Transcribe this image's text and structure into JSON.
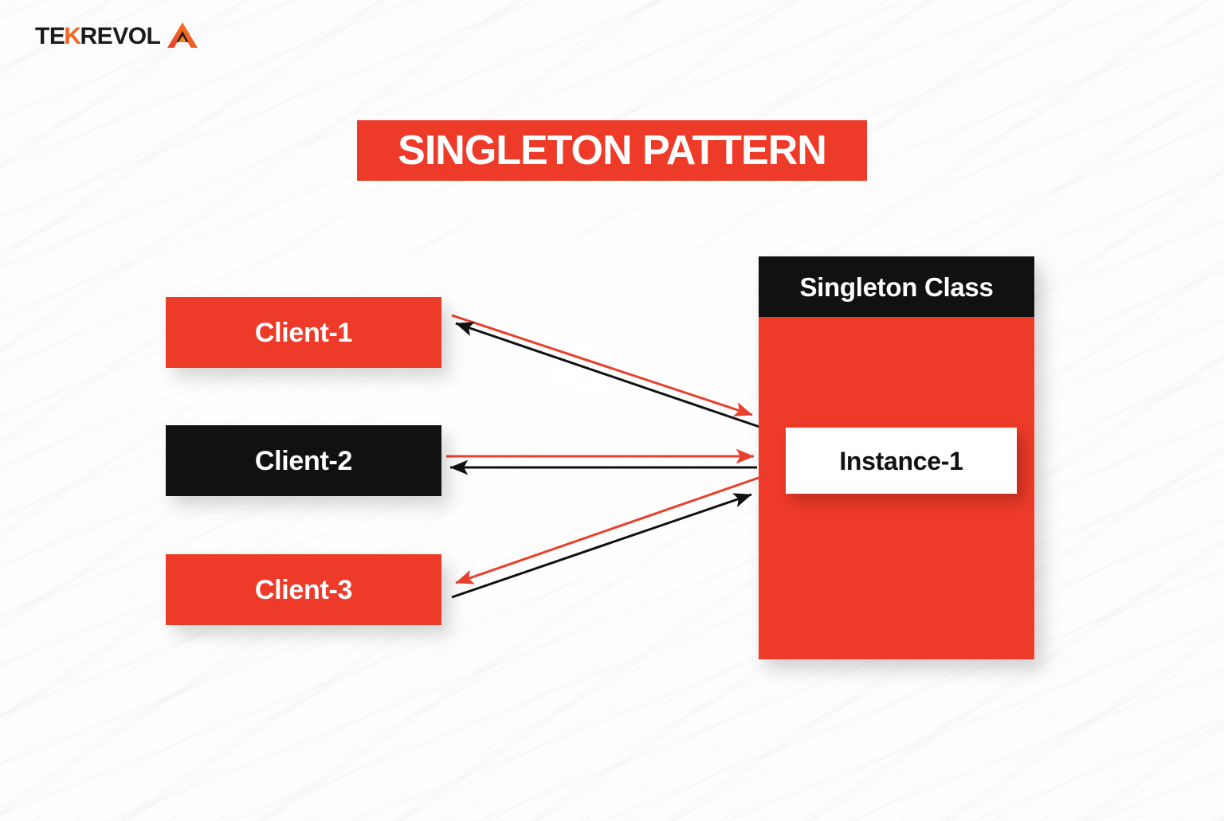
{
  "brand": {
    "logo_text_part1": "TE",
    "logo_text_chevron": "K",
    "logo_text_part2": "REVOL",
    "logo_mark_name": "tekrevol-triangle-mark",
    "accent_orange": "#F26522"
  },
  "title": {
    "text": "SINGLETON PATTERN",
    "banner_color": "#EE3A28",
    "text_color": "#FFFFFF"
  },
  "colors": {
    "red": "#EE3A28",
    "black": "#111111",
    "white": "#FFFFFF",
    "background": "#FDFDFD",
    "arrow_red": "#E8402C",
    "arrow_black": "#111111"
  },
  "clients": [
    {
      "id": "client-1",
      "label": "Client-1",
      "fill": "#EE3A28",
      "text_color": "#FFFFFF"
    },
    {
      "id": "client-2",
      "label": "Client-2",
      "fill": "#111111",
      "text_color": "#FFFFFF"
    },
    {
      "id": "client-3",
      "label": "Client-3",
      "fill": "#EE3A28",
      "text_color": "#FFFFFF"
    }
  ],
  "singleton": {
    "header_label": "Singleton Class",
    "header_fill": "#111111",
    "body_fill": "#EE3A28",
    "instance": {
      "label": "Instance-1",
      "fill": "#FFFFFF",
      "text_color": "#111111"
    }
  },
  "connections": [
    {
      "from": "Client-1",
      "to": "Singleton Class",
      "request_color": "#E8402C",
      "request_direction": "client-to-singleton",
      "response_color": "#111111",
      "response_direction": "singleton-to-client"
    },
    {
      "from": "Client-2",
      "to": "Singleton Class",
      "request_color": "#E8402C",
      "request_direction": "client-to-singleton",
      "response_color": "#111111",
      "response_direction": "singleton-to-client"
    },
    {
      "from": "Client-3",
      "to": "Singleton Class",
      "request_color": "#111111",
      "request_direction": "client-to-singleton",
      "response_color": "#E8402C",
      "response_direction": "singleton-to-client"
    }
  ]
}
